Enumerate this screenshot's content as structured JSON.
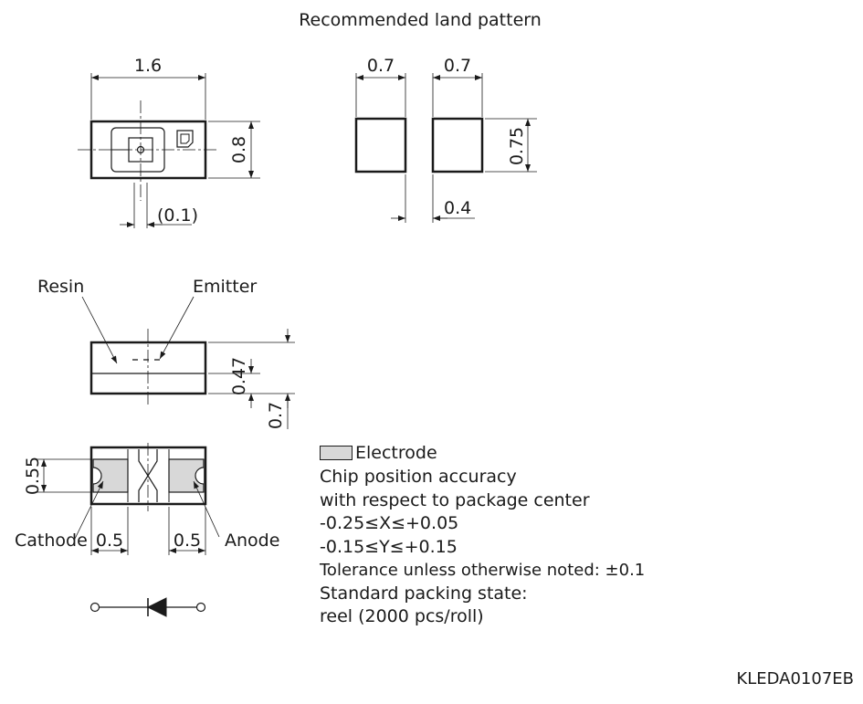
{
  "land_pattern": {
    "title": "Recommended land pattern",
    "pad_width_left": "0.7",
    "pad_width_right": "0.7",
    "pad_height": "0.75",
    "pad_gap": "0.4"
  },
  "top_view": {
    "length": "1.6",
    "width": "0.8",
    "offset": "(0.1)"
  },
  "side_view": {
    "resin_label": "Resin",
    "emitter_label": "Emitter",
    "resin_height": "0.47",
    "total_height": "0.7"
  },
  "bottom_view": {
    "electrode_height": "0.55",
    "cathode_label": "Cathode",
    "anode_label": "Anode",
    "cathode_width": "0.5",
    "anode_width": "0.5"
  },
  "notes": {
    "legend_electrode": "Electrode",
    "lines": [
      "Chip position accuracy",
      "with respect to package center",
      "-0.25≤X≤+0.05",
      "-0.15≤Y≤+0.15",
      "Tolerance unless otherwise noted: ±0.1",
      "Standard packing state:",
      "reel (2000 pcs/roll)"
    ]
  },
  "doc_code": "KLEDA0107EB",
  "colors": {
    "line": "#1a1a1a",
    "electrode_fill": "#d8d8d8"
  }
}
